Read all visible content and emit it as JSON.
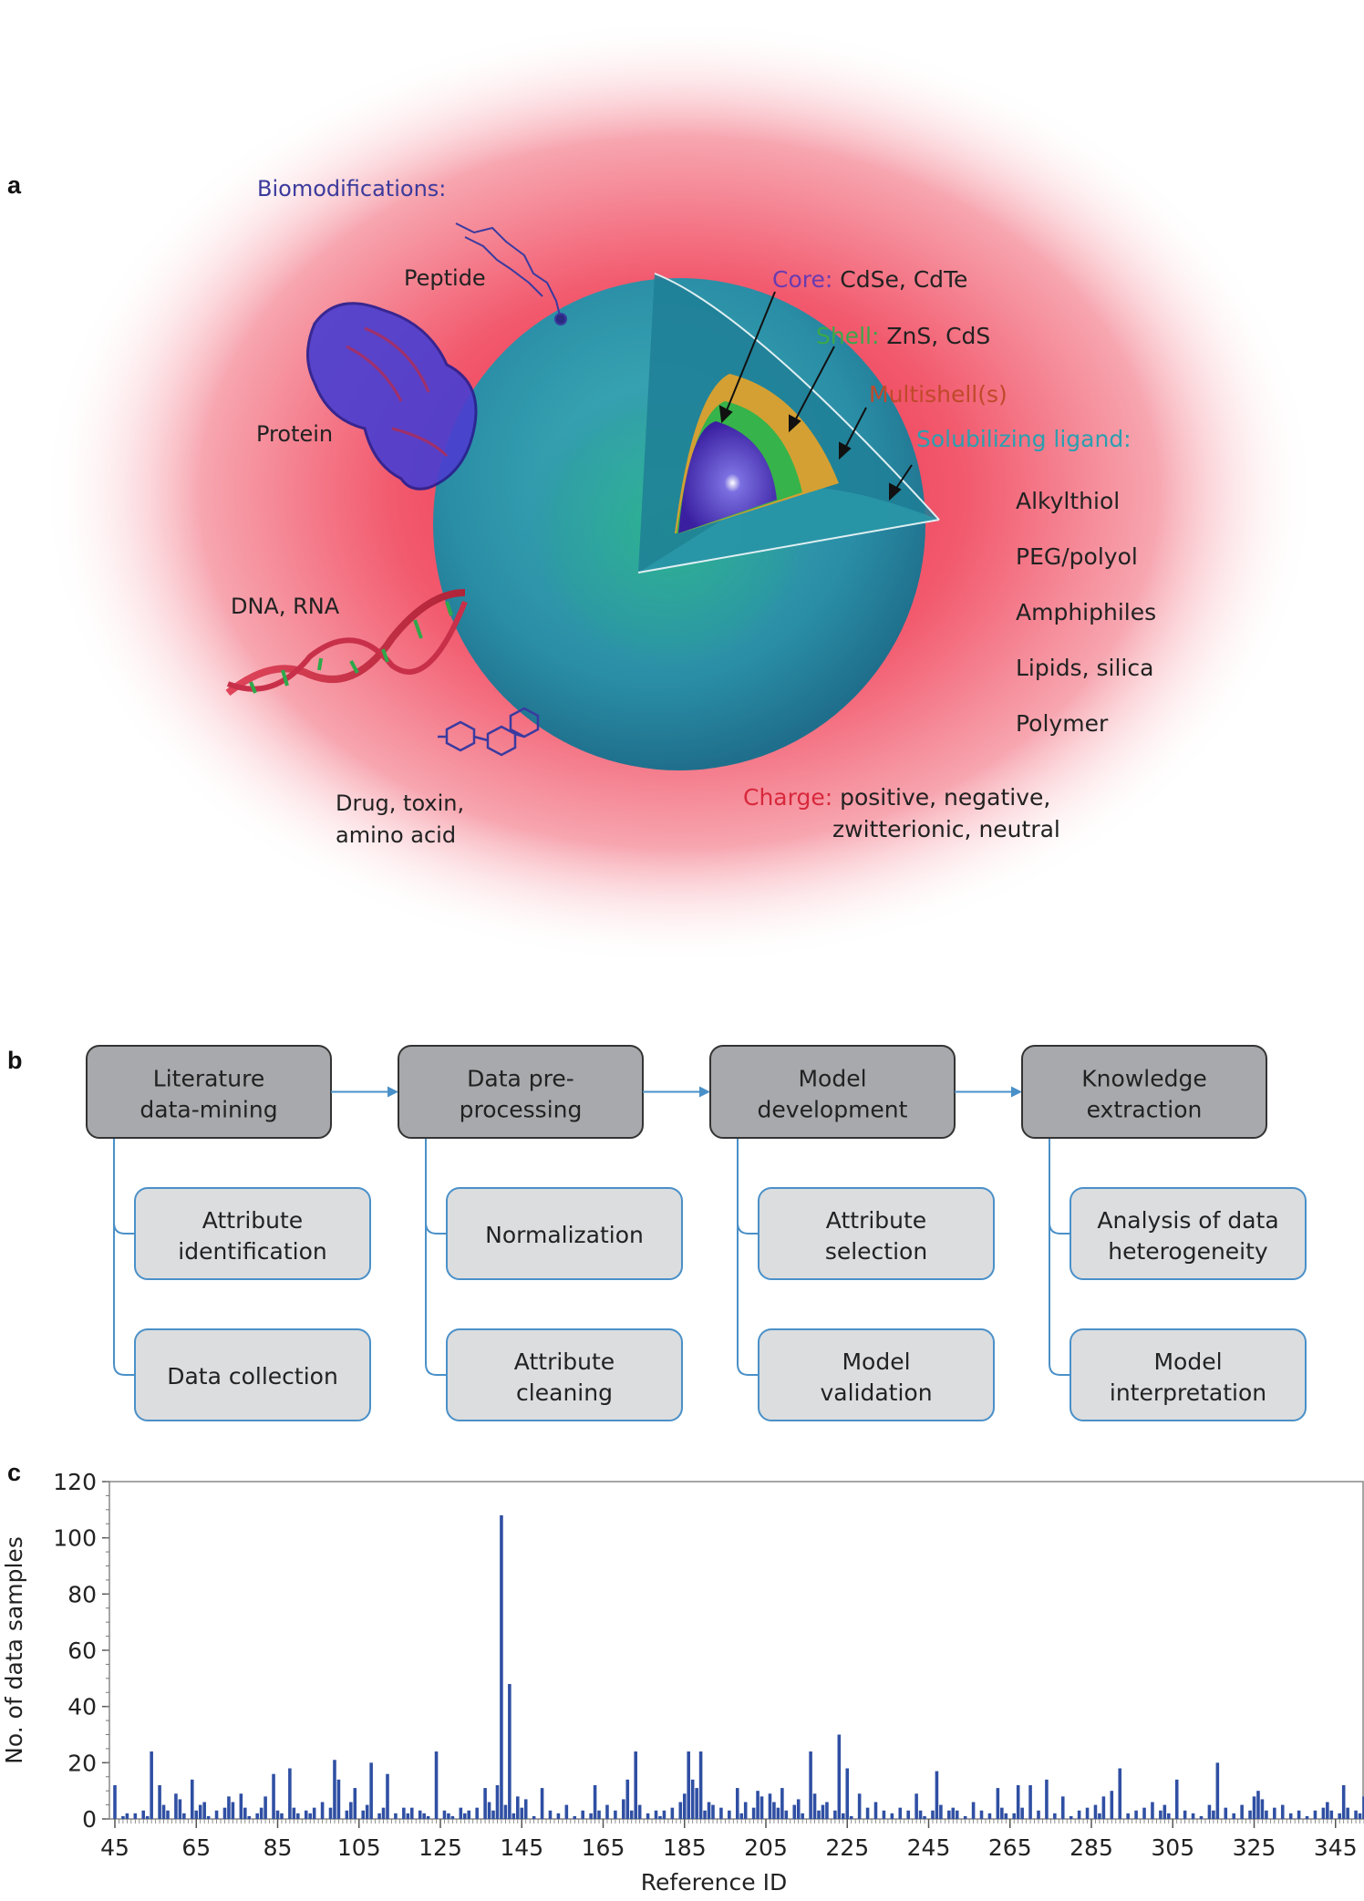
{
  "panel_labels": {
    "a": "a",
    "b": "b",
    "c": "c"
  },
  "panel_a": {
    "biomodifications_title": "Biomodifications:",
    "peptide": "Peptide",
    "protein": "Protein",
    "dna_rna": "DNA, RNA",
    "drug_line1": "Drug, toxin,",
    "drug_line2": "amino acid",
    "core_label": "Core:",
    "core_value": " CdSe, CdTe",
    "shell_label": "Shell:",
    "shell_value": " ZnS, CdS",
    "multishell": "Multishell(s)",
    "ligand_title": "Solubilizing ligand:",
    "ligands": [
      "Alkylthiol",
      "PEG/polyol",
      "Amphiphiles",
      "Lipids, silica",
      "Polymer"
    ],
    "charge_label": "Charge:",
    "charge_line1": " positive, negative,",
    "charge_line2": "zwitterionic, neutral",
    "colors": {
      "biomod": "#3b3a9c",
      "core": "#6a3bb0",
      "shell": "#3aa84a",
      "multishell": "#c0492a",
      "ligand": "#2a9fb0",
      "charge": "#d8283c",
      "sphere": "#2b8fa3",
      "halo": "#f25a6e"
    }
  },
  "panel_b": {
    "main_steps": [
      {
        "line1": "Literature",
        "line2": "data-mining"
      },
      {
        "line1": "Data pre-",
        "line2": "processing"
      },
      {
        "line1": "Model",
        "line2": "development"
      },
      {
        "line1": "Knowledge",
        "line2": "extraction"
      }
    ],
    "sub_steps": [
      [
        {
          "line1": "Attribute",
          "line2": "identification"
        },
        {
          "line1": "Data collection",
          "line2": ""
        }
      ],
      [
        {
          "line1": "Normalization",
          "line2": ""
        },
        {
          "line1": "Attribute",
          "line2": "cleaning"
        }
      ],
      [
        {
          "line1": "Attribute",
          "line2": "selection"
        },
        {
          "line1": "Model",
          "line2": "validation"
        }
      ],
      [
        {
          "line1": "Analysis of data",
          "line2": "heterogeneity"
        },
        {
          "line1": "Model",
          "line2": "interpretation"
        }
      ]
    ],
    "colors": {
      "main_fill": "#a7a9ac",
      "sub_fill": "#dcdddf",
      "border": "#4a90c8"
    }
  },
  "chart_data": {
    "type": "bar",
    "title": "",
    "xlabel": "Reference ID",
    "ylabel": "No. of data samples",
    "xlim": [
      45,
      352
    ],
    "ylim": [
      0,
      120
    ],
    "x_ticks": [
      45,
      65,
      85,
      105,
      125,
      145,
      165,
      185,
      205,
      225,
      245,
      265,
      285,
      305,
      325,
      345
    ],
    "y_ticks": [
      0,
      20,
      40,
      60,
      80,
      100,
      120
    ],
    "bar_color": "#2f4fa3",
    "series": [
      {
        "x": [
          45,
          47,
          48,
          50,
          52,
          53,
          54,
          56,
          57,
          58,
          60,
          61,
          62,
          64,
          65,
          66,
          67,
          68,
          70,
          72,
          73,
          74,
          76,
          77,
          78,
          80,
          81,
          82,
          84,
          85,
          86,
          88,
          89,
          90,
          92,
          93,
          94,
          96,
          98,
          99,
          100,
          102,
          103,
          104,
          106,
          107,
          108,
          110,
          111,
          112,
          114,
          116,
          117,
          118,
          120,
          121,
          122,
          124,
          126,
          127,
          128,
          130,
          131,
          132,
          134,
          136,
          137,
          138,
          139,
          140,
          141,
          142,
          143,
          144,
          145,
          146,
          148,
          150,
          152,
          154,
          156,
          158,
          160,
          162,
          163,
          164,
          166,
          168,
          170,
          171,
          172,
          173,
          174,
          176,
          178,
          179,
          180,
          182,
          184,
          185,
          186,
          187,
          188,
          189,
          190,
          191,
          192,
          194,
          196,
          198,
          199,
          200,
          202,
          203,
          204,
          206,
          207,
          208,
          209,
          210,
          212,
          213,
          214,
          216,
          217,
          218,
          219,
          220,
          222,
          223,
          224,
          225,
          226,
          228,
          230,
          232,
          234,
          236,
          238,
          240,
          242,
          243,
          244,
          246,
          247,
          248,
          250,
          251,
          252,
          254,
          256,
          258,
          260,
          262,
          263,
          264,
          266,
          267,
          268,
          270,
          272,
          274,
          276,
          278,
          280,
          282,
          284,
          286,
          287,
          288,
          290,
          292,
          294,
          296,
          298,
          300,
          302,
          303,
          304,
          306,
          308,
          310,
          312,
          314,
          315,
          316,
          318,
          320,
          322,
          324,
          325,
          326,
          327,
          328,
          330,
          332,
          334,
          336,
          338,
          340,
          342,
          343,
          344,
          346,
          347,
          348,
          350,
          351,
          352
        ],
        "y": [
          12,
          1,
          2,
          2,
          3,
          1,
          24,
          12,
          5,
          3,
          9,
          7,
          2,
          14,
          3,
          5,
          6,
          1,
          3,
          4,
          8,
          6,
          9,
          4,
          1,
          2,
          4,
          8,
          16,
          3,
          2,
          18,
          4,
          2,
          3,
          2,
          4,
          6,
          4,
          21,
          14,
          3,
          6,
          11,
          3,
          5,
          20,
          2,
          4,
          16,
          2,
          4,
          2,
          4,
          3,
          2,
          1,
          24,
          3,
          2,
          1,
          4,
          2,
          3,
          4,
          11,
          6,
          3,
          12,
          108,
          5,
          48,
          2,
          8,
          4,
          7,
          1,
          11,
          3,
          2,
          5,
          1,
          3,
          2,
          12,
          3,
          5,
          3,
          7,
          14,
          3,
          24,
          5,
          2,
          3,
          1,
          3,
          4,
          6,
          9,
          24,
          14,
          11,
          24,
          3,
          6,
          5,
          4,
          3,
          11,
          2,
          6,
          4,
          10,
          8,
          9,
          6,
          4,
          11,
          3,
          5,
          7,
          2,
          24,
          9,
          3,
          5,
          6,
          3,
          30,
          2,
          18,
          1,
          9,
          4,
          6,
          3,
          2,
          4,
          3,
          9,
          3,
          1,
          3,
          17,
          5,
          3,
          4,
          3,
          1,
          6,
          3,
          2,
          11,
          4,
          2,
          2,
          12,
          4,
          12,
          3,
          14,
          2,
          8,
          1,
          3,
          4,
          5,
          2,
          8,
          10,
          18,
          2,
          3,
          4,
          6,
          3,
          5,
          2,
          14,
          3,
          2,
          1,
          5,
          3,
          20,
          4,
          2,
          5,
          3,
          8,
          10,
          7,
          3,
          4,
          5,
          2,
          3,
          1,
          3,
          4,
          6,
          3,
          2,
          12,
          4,
          3,
          2,
          8
        ]
      }
    ]
  }
}
